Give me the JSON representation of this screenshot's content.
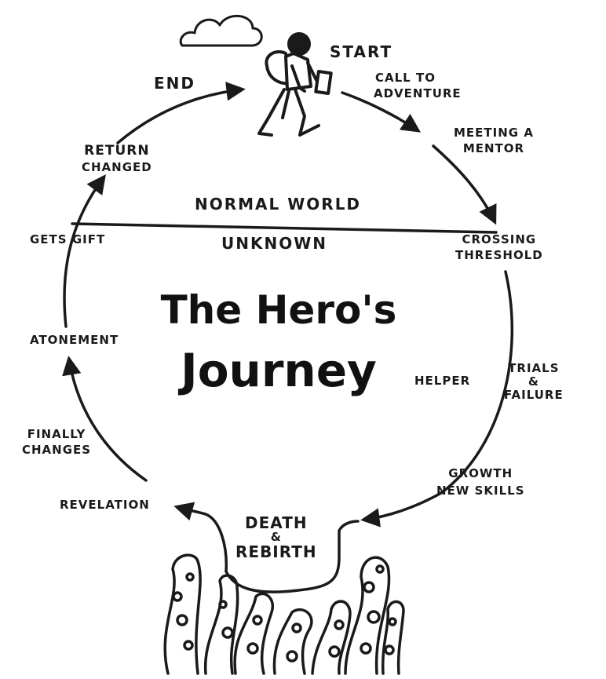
{
  "title": {
    "line1": "The Hero's",
    "line2": "Journey"
  },
  "regions": {
    "upper": "Normal World",
    "lower": "Unknown"
  },
  "stages": {
    "start": "Start",
    "call": [
      "Call to",
      "Adventure"
    ],
    "mentor": [
      "Meeting a",
      "Mentor"
    ],
    "threshold": [
      "Crossing",
      "Threshold"
    ],
    "helper": "Helper",
    "trials": [
      "Trials",
      "&",
      "Failure"
    ],
    "growth": [
      "Growth",
      "New Skills"
    ],
    "death": [
      "Death",
      "&",
      "Rebirth"
    ],
    "revelation": "Revelation",
    "changes": [
      "Finally",
      "Changes"
    ],
    "atonement": "Atonement",
    "gift": "Gets Gift",
    "return": [
      "Return",
      "Changed"
    ],
    "end": "End"
  },
  "icons": {
    "cloud": "cloud-icon",
    "hero": "walking-hero-icon",
    "tentacles": "tentacles-icon"
  },
  "colors": {
    "ink": "#1a1a1a",
    "paper": "#ffffff"
  }
}
